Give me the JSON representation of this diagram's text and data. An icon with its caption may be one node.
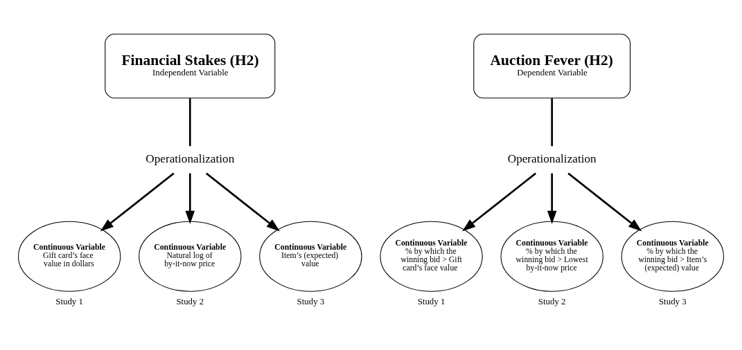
{
  "diagram": {
    "nodes": [
      {
        "text": [
          "Financial Stakes (H2)",
          "Independent Variable"
        ]
      },
      {
        "text": [
          "Operationalization"
        ]
      },
      {
        "text": [
          "Continuous Variable",
          "Gift card’s face value in dollars"
        ],
        "beside": [
          "Study 1"
        ]
      },
      {
        "text": [
          "Continuous Variable",
          "Natural log of by-it-now price"
        ],
        "beside": [
          "Study 2"
        ]
      },
      {
        "text": [
          "Continuous Variable",
          "Item’s (expected) value"
        ],
        "beside": [
          "Study 3"
        ]
      },
      {
        "text": [
          "Auction Fever (H2)",
          "Dependent Variable"
        ]
      },
      {
        "text": [
          "Operationalization"
        ]
      },
      {
        "text": [
          "Continuous Variable",
          "% by which the winning bid > Gift card’s face value"
        ],
        "beside": [
          "Study 1"
        ]
      },
      {
        "text": [
          "Continuous Variable",
          "% by which the winning bid > Lowest by-it-now price"
        ],
        "beside": [
          "Study 2"
        ]
      },
      {
        "text": [
          "Continuous Variable",
          "% by which the winning bid > Item’s (expected) value"
        ],
        "beside": [
          "Study 3"
        ]
      }
    ],
    "edges": [
      {
        "from": 0,
        "to": 1,
        "arrow": "none"
      },
      {
        "from": 1,
        "to": 2,
        "arrow": "to"
      },
      {
        "from": 1,
        "to": 3,
        "arrow": "to"
      },
      {
        "from": 1,
        "to": 4,
        "arrow": "to"
      },
      {
        "from": 5,
        "to": 6,
        "arrow": "none"
      },
      {
        "from": 6,
        "to": 7,
        "arrow": "to"
      },
      {
        "from": 6,
        "to": 8,
        "arrow": "to"
      },
      {
        "from": 6,
        "to": 9,
        "arrow": "to"
      }
    ]
  }
}
